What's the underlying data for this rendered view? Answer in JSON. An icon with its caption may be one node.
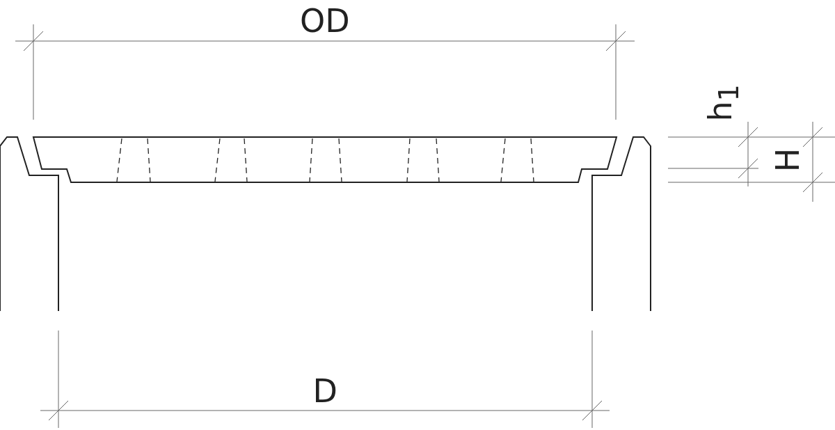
{
  "diagram": {
    "labels": [
      "OD",
      "h$_{1}$",
      "H",
      "D"
    ]
  }
}
